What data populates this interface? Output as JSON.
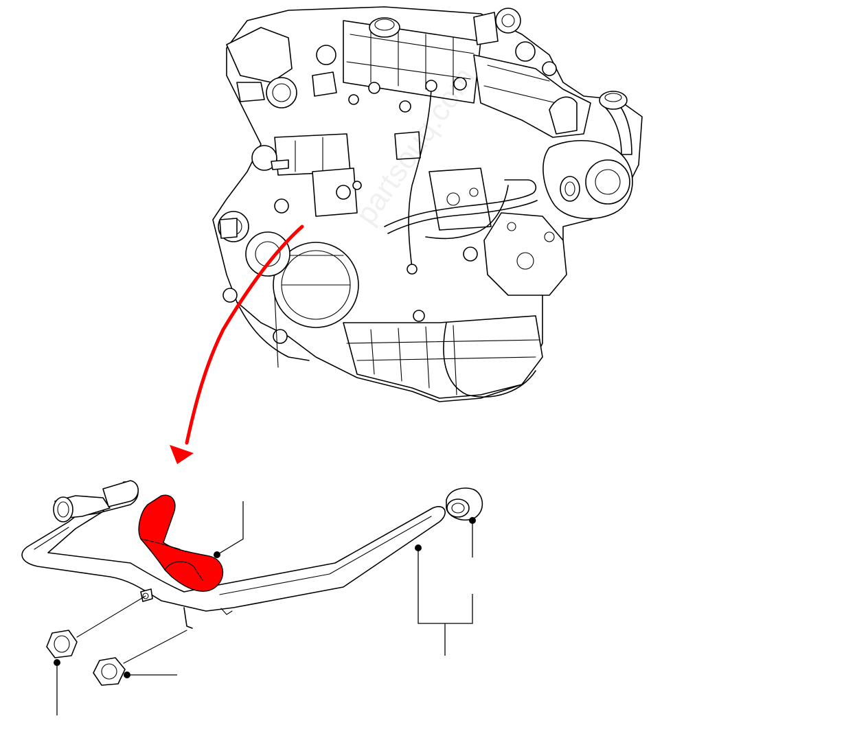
{
  "diagram": {
    "highlight_color": "#ff0000",
    "line_color": "#000000",
    "background": "#ffffff",
    "watermark_text": "partsouq.com",
    "parts": [
      {
        "name": "engine-assembly"
      },
      {
        "name": "coolant-pipe"
      },
      {
        "name": "highlighted-hose"
      },
      {
        "name": "hose-clip"
      },
      {
        "name": "nut-left"
      },
      {
        "name": "nut-center"
      }
    ],
    "callouts": [
      {
        "name": "callout-highlighted-hose",
        "label": ""
      },
      {
        "name": "callout-hose-clip",
        "label": ""
      },
      {
        "name": "callout-coolant-pipe",
        "label": ""
      },
      {
        "name": "callout-nut-left",
        "label": ""
      },
      {
        "name": "callout-nut-center",
        "label": ""
      }
    ]
  }
}
